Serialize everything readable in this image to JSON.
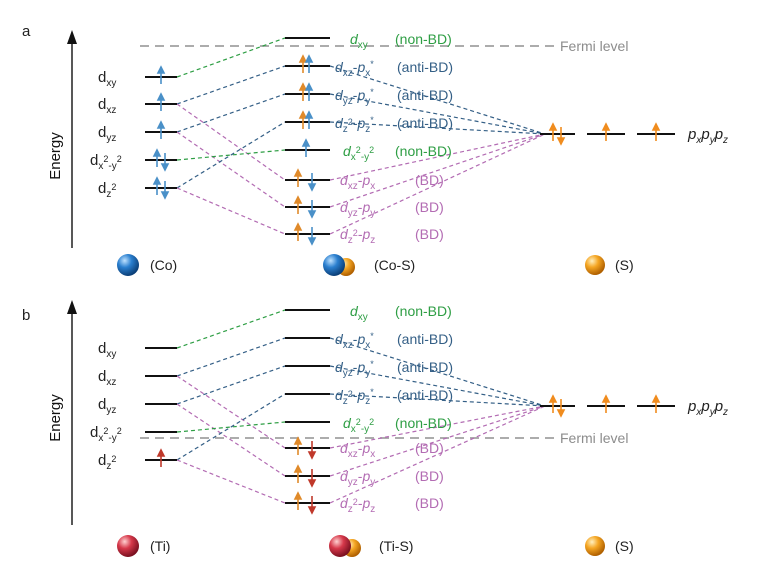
{
  "panels": [
    {
      "letter": "a",
      "energy_label": "Energy",
      "fermi_label": "Fermi level",
      "left_atom_label": "(Co)",
      "center_label": "(Co-S)",
      "right_atom_label": "(S)",
      "left_levels": [
        {
          "base": "d",
          "sub": "xy",
          "electrons": "up"
        },
        {
          "base": "d",
          "sub": "xz",
          "electrons": "up"
        },
        {
          "base": "d",
          "sub": "yz",
          "electrons": "up"
        },
        {
          "base": "d",
          "sub": "x²-y²",
          "electrons": "pair"
        },
        {
          "base": "d",
          "sub": "z²",
          "electrons": "pair"
        }
      ],
      "center_levels": [
        {
          "name": "dxy",
          "bond": "(non-BD)",
          "group": "green",
          "electrons": "none"
        },
        {
          "name": "dxz-px*",
          "bond": "(anti-BD)",
          "group": "blue",
          "electrons": "up"
        },
        {
          "name": "dyz-py*",
          "bond": "(anti-BD)",
          "group": "blue",
          "electrons": "up"
        },
        {
          "name": "dz²-pz*",
          "bond": "(anti-BD)",
          "group": "blue",
          "electrons": "up"
        },
        {
          "name": "dx²-y²",
          "bond": "(non-BD)",
          "group": "green",
          "electrons": "up"
        },
        {
          "name": "dxz-px",
          "bond": "(BD)",
          "group": "purple",
          "electrons": "pair"
        },
        {
          "name": "dyz-py",
          "bond": "(BD)",
          "group": "purple",
          "electrons": "pair"
        },
        {
          "name": "dz²-pz",
          "bond": "(BD)",
          "group": "purple",
          "electrons": "pair"
        }
      ],
      "right_label": "pxpypz"
    },
    {
      "letter": "b",
      "energy_label": "Energy",
      "fermi_label": "Fermi level",
      "left_atom_label": "(Ti)",
      "center_label": "(Ti-S)",
      "right_atom_label": "(S)",
      "left_levels": [
        {
          "base": "d",
          "sub": "xy",
          "electrons": "none"
        },
        {
          "base": "d",
          "sub": "xz",
          "electrons": "none"
        },
        {
          "base": "d",
          "sub": "yz",
          "electrons": "none"
        },
        {
          "base": "d",
          "sub": "x²-y²",
          "electrons": "none"
        },
        {
          "base": "d",
          "sub": "z²",
          "electrons": "up"
        }
      ],
      "center_levels": [
        {
          "name": "dxy",
          "bond": "(non-BD)",
          "group": "green",
          "electrons": "none"
        },
        {
          "name": "dxz-px*",
          "bond": "(anti-BD)",
          "group": "blue",
          "electrons": "none"
        },
        {
          "name": "dyz-py*",
          "bond": "(anti-BD)",
          "group": "blue",
          "electrons": "none"
        },
        {
          "name": "dz²-pz*",
          "bond": "(anti-BD)",
          "group": "blue",
          "electrons": "none"
        },
        {
          "name": "dx²-y²",
          "bond": "(non-BD)",
          "group": "green",
          "electrons": "none"
        },
        {
          "name": "dxz-px",
          "bond": "(BD)",
          "group": "purple",
          "electrons": "pair"
        },
        {
          "name": "dyz-py",
          "bond": "(BD)",
          "group": "purple",
          "electrons": "pair"
        },
        {
          "name": "dz²-pz",
          "bond": "(BD)",
          "group": "purple",
          "electrons": "pair"
        }
      ],
      "right_label": "pxpypz"
    }
  ],
  "colors": {
    "non_bonding": "#2e9e44",
    "anti_bonding": "#345f86",
    "bonding": "#b36cb3",
    "fermi": "#a0a0a0",
    "arrow_co": "#4a90c8",
    "arrow_ti": "#c0392b",
    "arrow_s": "#f08c1e",
    "co_sphere": "#1f6fb8",
    "ti_sphere": "#c8323c",
    "s_sphere": "#f0a020"
  }
}
